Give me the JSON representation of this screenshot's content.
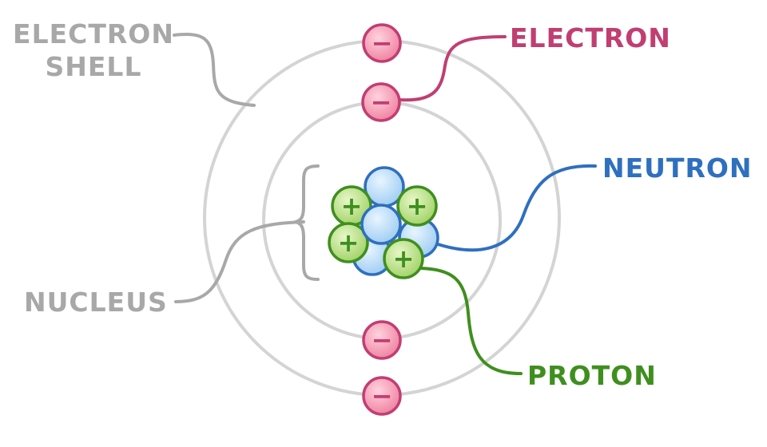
{
  "labels": {
    "electron_shell": [
      "ELECTRON",
      "SHELL"
    ],
    "electron": "ELECTRON",
    "neutron": "NEUTRON",
    "proton": "PROTON",
    "nucleus": "NUCLEUS"
  },
  "colors": {
    "shell_label": "#a8a8a8",
    "shell_ring": "#d4d4d4",
    "electron": "#c13e72",
    "electron_fill": "#f28aa8",
    "neutron": "#2f6fbf",
    "neutron_fill": "#a9d3f5",
    "proton": "#3f8f1f",
    "proton_fill": "#a8d86c"
  },
  "electron_symbol": "−",
  "proton_symbol": "+",
  "icons": {
    "electron": "minus-circle-icon",
    "proton": "plus-circle-icon",
    "neutron": "circle-icon"
  }
}
